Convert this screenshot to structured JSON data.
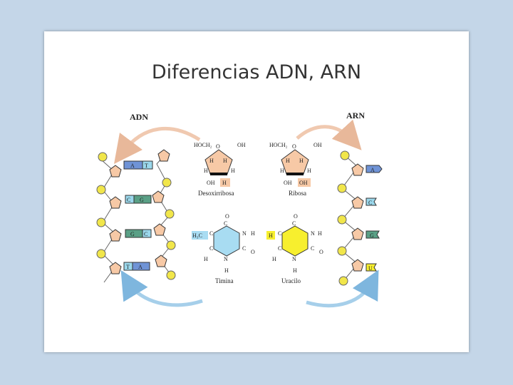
{
  "slide": {
    "title": "Diferencias ADN, ARN"
  },
  "adn": {
    "heading": "ADN",
    "pairs": [
      {
        "left": "A",
        "right": "T"
      },
      {
        "left": "C",
        "right": "G"
      },
      {
        "left": "G",
        "right": "C"
      },
      {
        "left": "T",
        "right": "A"
      }
    ]
  },
  "arn": {
    "heading": "ARN",
    "bases": [
      "A",
      "C",
      "G",
      "U"
    ]
  },
  "sugars": {
    "deoxy": {
      "group": "HOCH₂",
      "oh": "OH",
      "o": "O",
      "h": "H",
      "bottom_left": "OH",
      "bottom_right": "H",
      "caption": "Desoxirribosa"
    },
    "ribose": {
      "group": "HOCH₂",
      "oh": "OH",
      "o": "O",
      "h": "H",
      "bottom_left": "OH",
      "bottom_right": "OH",
      "caption": "Ribosa"
    }
  },
  "thymine": {
    "methyl": "H₃C",
    "caption": "Timina",
    "c": "C",
    "n": "N",
    "o": "O",
    "h": "H"
  },
  "uracil": {
    "h_sub": "H",
    "caption": "Uracilo",
    "c": "C",
    "n": "N",
    "o": "O",
    "h": "H"
  },
  "colors": {
    "sugar": "#f7c9a6",
    "phosphate": "#f1e64a",
    "a": "#6f93d6",
    "t": "#9bd8ec",
    "c": "#9bd8ec",
    "g": "#5aa086",
    "thymine": "#a8dcf2",
    "uracil": "#f7ef2e"
  }
}
